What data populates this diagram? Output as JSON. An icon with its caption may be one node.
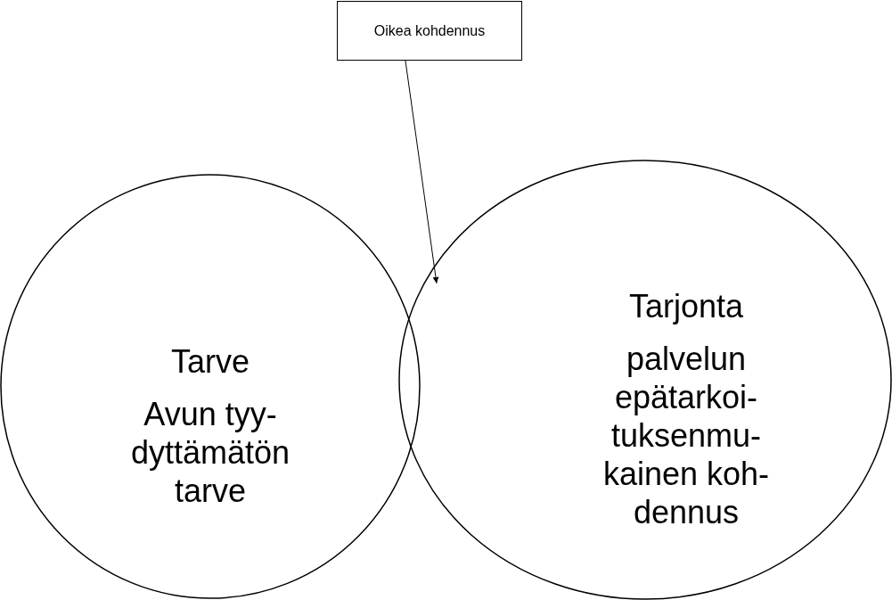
{
  "diagram": {
    "nodes": [
      {
        "text": [
          "Oikea kohdennus"
        ]
      },
      {
        "text": [
          "Tarve",
          "Avun tyy- dyttämätön tarve"
        ]
      },
      {
        "text": [
          "Tarjonta",
          "palvelun epätarkoi- tuksenmu- kainen koh- dennus"
        ]
      }
    ],
    "edges": [
      {
        "from": 0,
        "to": 2,
        "arrow": "to"
      }
    ]
  }
}
